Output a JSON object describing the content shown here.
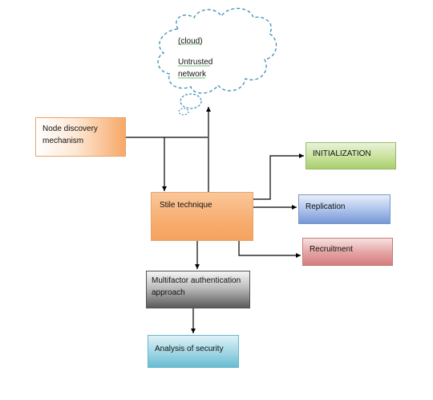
{
  "diagram": {
    "cloud": {
      "label": "(cloud)",
      "line1": "Untrusted",
      "line2": "network"
    },
    "node_discovery": {
      "line1": "Node discovery",
      "line2": "mechanism"
    },
    "stile": {
      "label": "Stile technique"
    },
    "initialization": {
      "label": "INITIALIZATION"
    },
    "replication": {
      "label": "Replication"
    },
    "recruitment": {
      "label": "Recruitment"
    },
    "multifactor": {
      "line1": "Multifactor authentication",
      "line2": "approach"
    },
    "analysis": {
      "label": "Analysis of security"
    },
    "colors": {
      "orange": "#f7ad70",
      "green": "#a8cf6b",
      "blue": "#7697d6",
      "red": "#d37d7d",
      "gray": "#5a5a5a",
      "cyan": "#68bcd2",
      "cloud_outline": "#3a8fb7"
    }
  }
}
